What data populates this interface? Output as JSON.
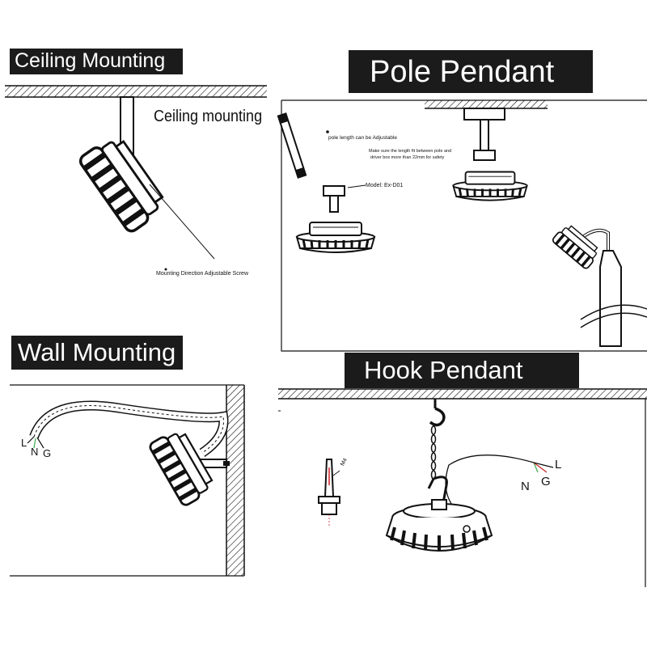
{
  "panels": {
    "ceiling": {
      "title": "Ceiling Mounting",
      "callout": "Ceiling mounting",
      "screw_note": "Mounting Direction Adjustable Screw"
    },
    "pole": {
      "title": "Pole Pendant",
      "pole_note": "pole length can be Adjustable",
      "safety_note_line1": "Make sure the length fit between pole and",
      "safety_note_line2": "driver box more than 22mm for safety",
      "model_label": "Model: Ex-D01"
    },
    "wall": {
      "title": "Wall Mounting",
      "wires": {
        "l": "L",
        "n": "N",
        "g": "G"
      }
    },
    "hook": {
      "title": "Hook Pendant",
      "bolt_label": "M4",
      "wires": {
        "n": "N",
        "g": "G",
        "l": "L"
      }
    }
  },
  "colors": {
    "ink": "#111111",
    "label_bg": "#1b1b1b",
    "label_text": "#ffffff",
    "wire_green": "#3aa845",
    "wire_red": "#cc2222"
  },
  "icons": [
    "high-bay-light-icon",
    "hook-icon",
    "chain-icon",
    "pole-icon",
    "conduit-icon",
    "bolt-icon"
  ]
}
